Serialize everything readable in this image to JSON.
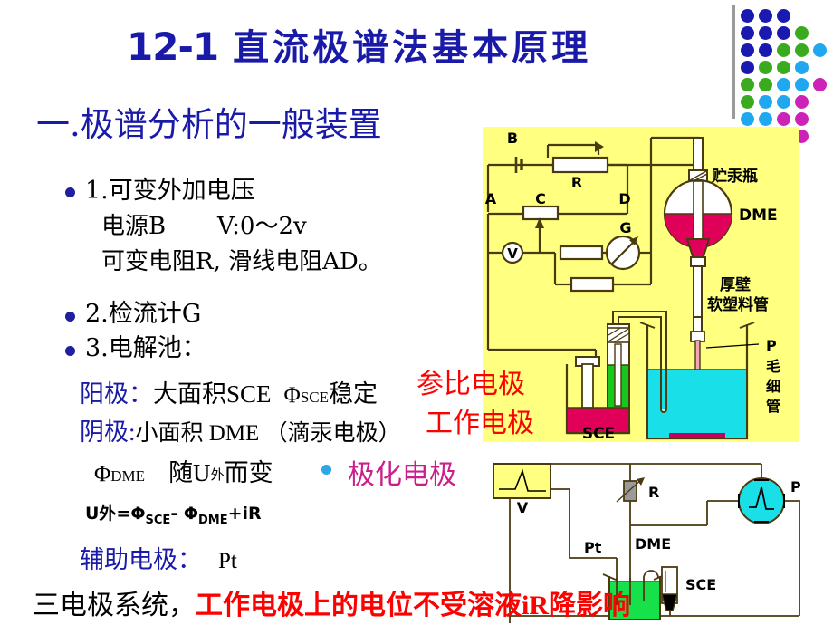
{
  "slide": {
    "title_number": "12-1",
    "title_text": "直流极谱法基本原理",
    "title_color": "#1a1aa8",
    "background": "#ffffff"
  },
  "decor": {
    "name": "dot-grid",
    "colors": {
      "blue": "#1a1ab0",
      "green": "#3aaa1e",
      "cyan": "#1fa8f0",
      "magenta": "#cc22b8"
    },
    "rule_color": "#9a9a9a"
  },
  "section": {
    "heading": "一.极谱分析的一般装置"
  },
  "bullets": [
    {
      "label": "1.可变外加电压"
    },
    {
      "label": "2.检流计G"
    },
    {
      "label": "3.电解池："
    }
  ],
  "sublines": {
    "power_source": "电源B",
    "voltage_range": "V:0～2v",
    "resistors": "可变电阻R, 滑线电阻AD。"
  },
  "electrodes": {
    "anode_prefix": "阳极：",
    "anode_body": "大面积SCE",
    "anode_phi": "Φ",
    "anode_phi_sub": "SCE",
    "anode_tail": "稳定",
    "anode_red": "参比电极",
    "cathode_prefix": "阴极:",
    "cathode_body": "小面积  DME （滴汞电极）",
    "cathode_red": "工作电极",
    "phi_dme": "Φ",
    "phi_dme_sub": "DME",
    "phi_dme_text": "随U",
    "phi_dme_sub2": "外",
    "phi_dme_text2": "而变",
    "polarized_red": "极化电极",
    "formula": "U外=Φ",
    "formula_sub1": "SCE",
    "formula_mid": "- Φ",
    "formula_sub2": "DME",
    "formula_end": "+iR",
    "auxiliary_prefix": "辅助电极：",
    "auxiliary_value": "Pt"
  },
  "conclusion": {
    "black_part": "三电极系统，",
    "red_part": "工作电极上的电位不受溶液iR降影响"
  },
  "figure1": {
    "name": "polarography-apparatus-diagram",
    "background": "#ffff80",
    "labels": {
      "battery": "B",
      "rheostat": "R",
      "node_a": "A",
      "slidewire": "C",
      "node_d": "D",
      "voltmeter": "V",
      "galvanometer": "G",
      "mercury_reservoir": "贮汞瓶",
      "dme": "DME",
      "tubing_line1": "厚壁",
      "tubing_line2": "软塑料管",
      "capillary_line1": "P",
      "capillary_line2": "毛",
      "capillary_line3": "细",
      "capillary_line4": "管",
      "sce": "SCE"
    },
    "colors": {
      "mercury": "#e0005a",
      "solution": "#19e0e8",
      "sce_fill": "#16c81e",
      "wire": "#4a3a10"
    }
  },
  "figure2": {
    "name": "three-electrode-system-diagram",
    "labels": {
      "source": "V",
      "resistor": "R",
      "recorder": "P",
      "pt": "Pt",
      "dme": "DME",
      "sce": "SCE"
    },
    "colors": {
      "source_box": "#ffff80",
      "recorder": "#19e0e8",
      "cell_solution": "#16e04a",
      "wire": "#4a3a10"
    }
  }
}
